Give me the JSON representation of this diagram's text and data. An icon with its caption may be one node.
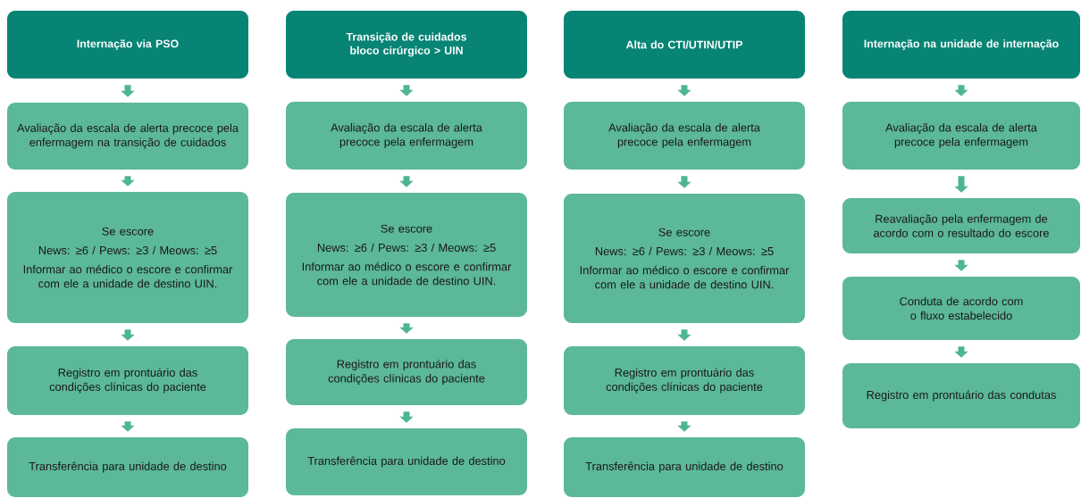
{
  "diagram": {
    "nodes": [
      {
        "text": [
          "Internação via PSO"
        ]
      },
      {
        "text": [
          "Avaliação da escala de alerta precoce pela enfermagem na transição de cuidados"
        ]
      },
      {
        "text": [
          "Se escore",
          "News: ≥6 / Pews: ≥3 / Meows: ≥5",
          "Informar ao médico o escore e confirmar com ele a unidade de destino UIN."
        ]
      },
      {
        "text": [
          "Registro em prontuário das condições clínicas do paciente"
        ]
      },
      {
        "text": [
          "Transferência para unidade de destino"
        ]
      },
      {
        "text": [
          "Transição de cuidados bloco cirúrgico > UIN"
        ]
      },
      {
        "text": [
          "Avaliação da escala de alerta precoce pela enfermagem"
        ]
      },
      {
        "text": [
          "Se escore",
          "News: ≥6 / Pews: ≥3 / Meows: ≥5",
          "Informar ao médico o escore e confirmar com ele a unidade de destino UIN."
        ]
      },
      {
        "text": [
          "Registro em prontuário das condições clínicas do paciente"
        ]
      },
      {
        "text": [
          "Transferência para unidade de destino"
        ]
      },
      {
        "text": [
          "Alta do CTI/UTIN/UTIP"
        ]
      },
      {
        "text": [
          "Avaliação da escala de alerta precoce pela enfermagem"
        ]
      },
      {
        "text": [
          "Se escore",
          "News: ≥6 / Pews: ≥3 / Meows: ≥5",
          "Informar ao médico o escore e confirmar com ele a unidade de destino UIN."
        ]
      },
      {
        "text": [
          "Registro em prontuário das condições clínicas do paciente"
        ]
      },
      {
        "text": [
          "Transferência para unidade de destino"
        ]
      },
      {
        "text": [
          "Internação na unidade de internação"
        ]
      },
      {
        "text": [
          "Avaliação da escala de alerta precoce pela enfermagem"
        ]
      },
      {
        "text": [
          "Reavaliação pela enfermagem de acordo com o resultado do escore"
        ]
      },
      {
        "text": [
          "Conduta de acordo com o fluxo estabelecido"
        ]
      },
      {
        "text": [
          "Registro em prontuário das condutas"
        ]
      }
    ],
    "edges": [
      {
        "from": 0,
        "to": 1,
        "arrow": "to"
      },
      {
        "from": 1,
        "to": 2,
        "arrow": "to"
      },
      {
        "from": 2,
        "to": 3,
        "arrow": "to"
      },
      {
        "from": 3,
        "to": 4,
        "arrow": "to"
      },
      {
        "from": 5,
        "to": 6,
        "arrow": "to"
      },
      {
        "from": 6,
        "to": 7,
        "arrow": "to"
      },
      {
        "from": 7,
        "to": 8,
        "arrow": "to"
      },
      {
        "from": 8,
        "to": 9,
        "arrow": "to"
      },
      {
        "from": 10,
        "to": 11,
        "arrow": "to"
      },
      {
        "from": 11,
        "to": 12,
        "arrow": "to"
      },
      {
        "from": 12,
        "to": 13,
        "arrow": "to"
      },
      {
        "from": 13,
        "to": 14,
        "arrow": "to"
      },
      {
        "from": 15,
        "to": 16,
        "arrow": "to"
      },
      {
        "from": 16,
        "to": 17,
        "arrow": "to"
      },
      {
        "from": 17,
        "to": 18,
        "arrow": "to"
      },
      {
        "from": 18,
        "to": 19,
        "arrow": "to"
      }
    ]
  }
}
